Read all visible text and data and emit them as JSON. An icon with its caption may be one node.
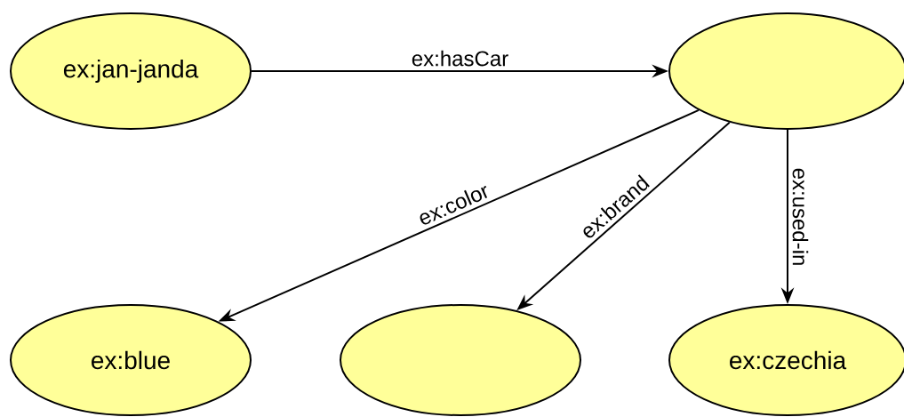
{
  "diagram": {
    "nodes": [
      {
        "text": [
          "ex:jan-janda"
        ]
      },
      {
        "text": [],
        "shape": "ellipse"
      },
      {
        "text": [
          "ex:blue"
        ]
      },
      {
        "text": [],
        "shape": "ellipse"
      },
      {
        "text": [
          "ex:czechia"
        ]
      }
    ],
    "edges": [
      {
        "from": 0,
        "to": 1,
        "arrow": "to",
        "label": "ex:hasCar"
      },
      {
        "from": 1,
        "to": 2,
        "arrow": "to",
        "label": "ex:color"
      },
      {
        "from": 1,
        "to": 3,
        "arrow": "to",
        "label": "ex:brand"
      },
      {
        "from": 1,
        "to": 4,
        "arrow": "to",
        "label": "ex:used-in"
      }
    ]
  }
}
